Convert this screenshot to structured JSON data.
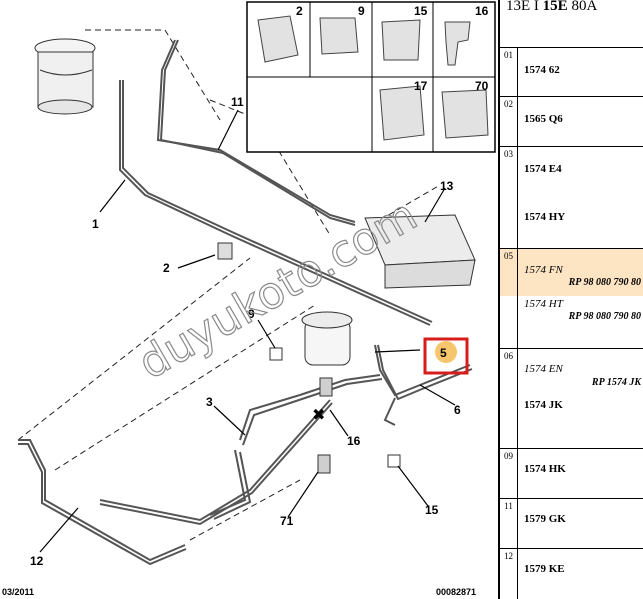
{
  "callouts": {
    "c1": "1",
    "c2": "2",
    "c3": "3",
    "c5": "5",
    "c6": "6",
    "c9": "9",
    "c11": "11",
    "c12": "12",
    "c13": "13",
    "c15": "15",
    "c16": "16",
    "c71": "71"
  },
  "inset_tiles": [
    "2",
    "9",
    "15",
    "16",
    "17",
    "70"
  ],
  "footer": {
    "date": "03/2011",
    "ref": "00082871"
  },
  "watermark": "duyukoto.com",
  "parts_panel": {
    "header_plain": "13E I",
    "header_bold": "15E",
    "header_tail": "80A",
    "rows": [
      {
        "index": "01",
        "entries": [
          {
            "code": "1574 62"
          }
        ]
      },
      {
        "index": "02",
        "entries": [
          {
            "code": "1565 Q6"
          }
        ]
      },
      {
        "index": "03",
        "entries": [
          {
            "code": "1574 E4"
          },
          {
            "code": "1574 HY"
          }
        ]
      },
      {
        "index": "05",
        "entries": [
          {
            "code": "1574 FN",
            "ref": "RP 98 080 790 80"
          },
          {
            "code": "1574 HT",
            "ref": "RP 98 080 790 80"
          }
        ]
      },
      {
        "index": "06",
        "entries": [
          {
            "code": "1574 EN",
            "ref": "RP 1574 JK"
          },
          {
            "code": "1574 JK"
          }
        ]
      },
      {
        "index": "09",
        "entries": [
          {
            "code": "1574 HK"
          }
        ]
      },
      {
        "index": "11",
        "entries": [
          {
            "code": "1579 GK"
          }
        ]
      },
      {
        "index": "12",
        "entries": [
          {
            "code": "1579 KE"
          }
        ]
      }
    ]
  },
  "colors": {
    "highlight_row": "#fde4c2",
    "callout_box": "#d81b1b",
    "callout_marker": "#f5c66b"
  }
}
